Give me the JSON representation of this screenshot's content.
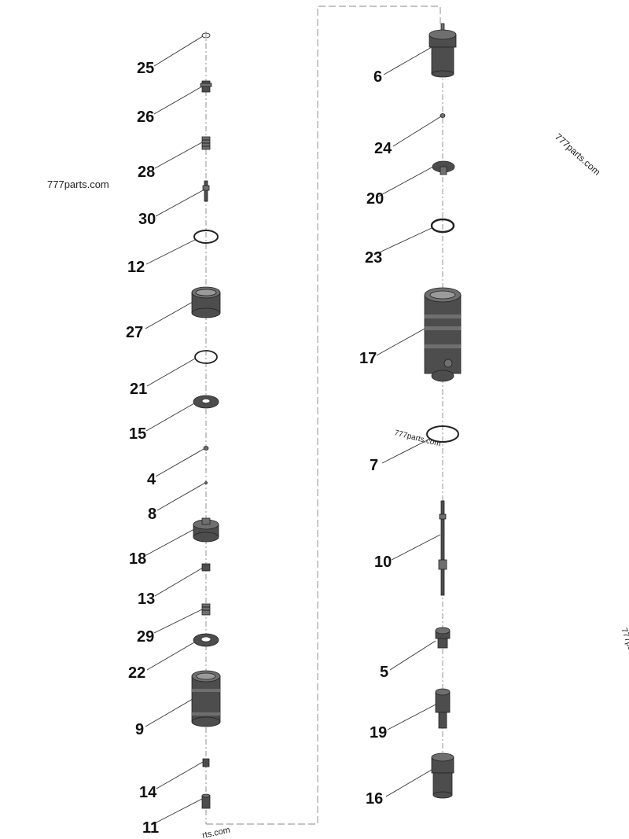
{
  "callouts": {
    "p25": "25",
    "p26": "26",
    "p28": "28",
    "p30": "30",
    "p12": "12",
    "p27": "27",
    "p21": "21",
    "p15": "15",
    "p4": "4",
    "p8": "8",
    "p18": "18",
    "p13": "13",
    "p29": "29",
    "p22": "22",
    "p9": "9",
    "p14": "14",
    "p11": "11",
    "p6": "6",
    "p24": "24",
    "p20": "20",
    "p23": "23",
    "p17": "17",
    "p7": "7",
    "p10": "10",
    "p5": "5",
    "p19": "19",
    "p16": "16"
  },
  "watermarks": {
    "w1": "777parts.com",
    "w2": "777parts.com",
    "w3": "777parts.com",
    "w4": "777pa",
    "w5": "rts.com"
  }
}
